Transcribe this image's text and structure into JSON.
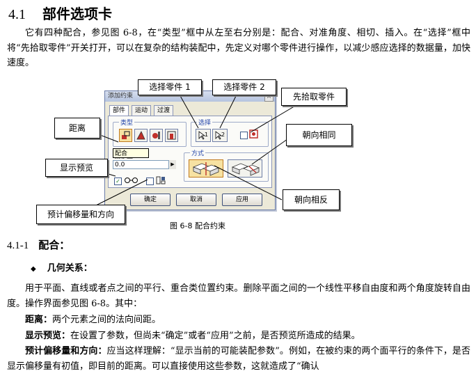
{
  "section": {
    "number": "4.1",
    "title": "部件选项卡"
  },
  "intro": "它有四种配合，参见图 6-8，在“类型”框中从左至右分别是：配合、对准角度、相切、插入。在“选择”框中将“先拾取零件”开关打开，可以在复杂的结构装配中，先定义对哪个零件进行操作，以减少感应选择的数据量，加快速度。",
  "figure": {
    "caption": "图 6-8  配合约束",
    "dialog": {
      "title": "添加约束",
      "close_glyph": "×",
      "tabs": [
        "部件",
        "运动",
        "过渡"
      ],
      "type_label": "类型",
      "select_label": "选择",
      "select_buttons": [
        "1",
        "2"
      ],
      "offset_label": "偏移量:",
      "offset_value": "0.0",
      "spin_glyph": "▶",
      "solution_label": "方式",
      "check_mark": "✓",
      "tooltip": "配合",
      "buttons": {
        "ok": "确定",
        "cancel": "取消",
        "apply": "应用"
      }
    },
    "callouts": {
      "select1": "选择零件 1",
      "select2": "选择零件 2",
      "pick_first": "先拾取零件",
      "distance": "距离",
      "same_dir": "朝向相同",
      "preview": "显示预览",
      "opposite_dir": "朝向相反",
      "predict": "预计偏移量和方向"
    }
  },
  "subsection": {
    "number": "4.1-1",
    "title": "配合："
  },
  "bullet": {
    "glyph": "◆",
    "text": "几何关系："
  },
  "para2": "用于平面、直线或者点之间的平行、重合类位置约束。删除平面之间的一个线性平移自由度和两个角度旋转自由度。操作界面参见图 6-8。其中：",
  "defs": [
    {
      "term": "距离：",
      "text": "两个元素之间的法向间距。"
    },
    {
      "term": "显示预览：",
      "text": "在设置了参数，但尚未“确定”或者“应用”之前，是否预览所造成的结果。"
    }
  ],
  "para3": {
    "term": "预计偏移量和方向：",
    "text": "应当这样理解：“显示当前的可能装配参数”。例如，在被约束的两个面平行的条件下，是否显示偏移量有初值，即目前的距离。可以直接使用这些参数，这就造成了“确认"
  }
}
